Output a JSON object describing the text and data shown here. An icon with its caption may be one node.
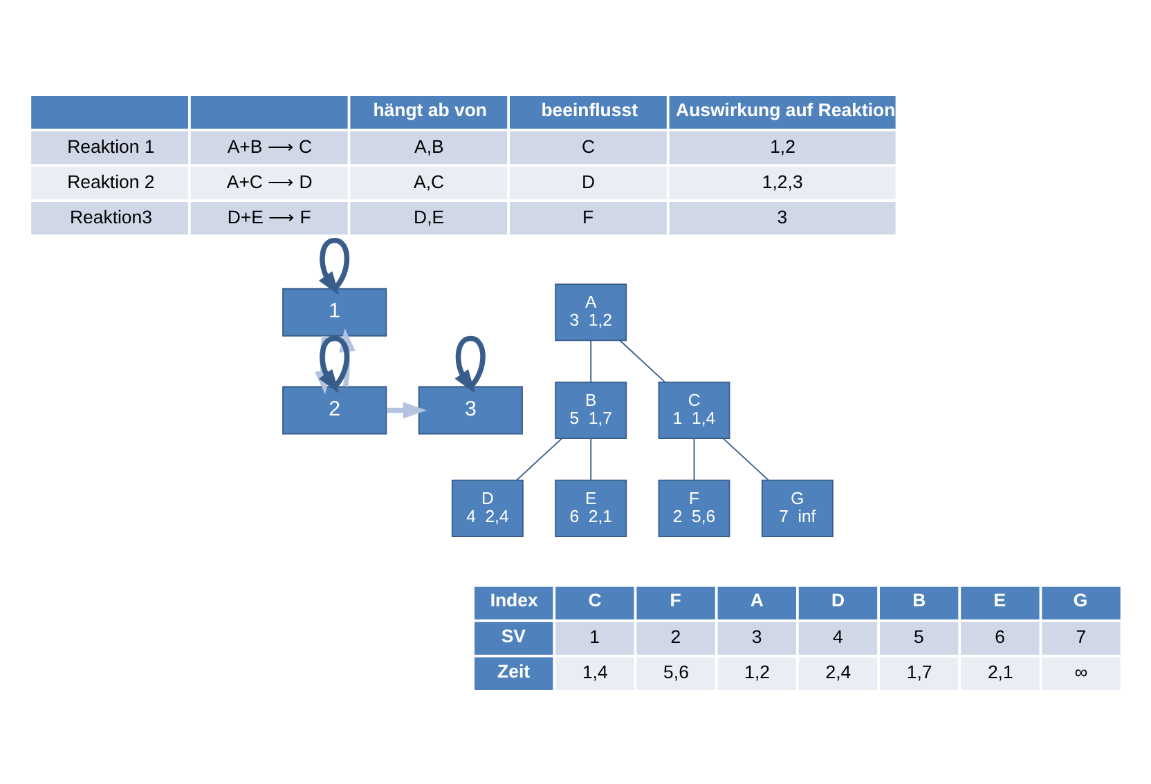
{
  "diagram": {
    "nodes": [
      {
        "text": [
          "1"
        ]
      },
      {
        "text": [
          "2"
        ]
      },
      {
        "text": [
          "3"
        ]
      },
      {
        "text": [
          "A",
          "3  1,2"
        ]
      },
      {
        "text": [
          "B",
          "5  1,7"
        ]
      },
      {
        "text": [
          "C",
          "1  1,4"
        ]
      },
      {
        "text": [
          "D",
          "4  2,4"
        ]
      },
      {
        "text": [
          "E",
          "6  2,1"
        ]
      },
      {
        "text": [
          "F",
          "2  5,6"
        ]
      },
      {
        "text": [
          "G",
          "7  inf"
        ]
      }
    ],
    "edges": [
      {
        "from": 0,
        "to": 0,
        "arrow": "to",
        "style": "thick"
      },
      {
        "from": 1,
        "to": 1,
        "arrow": "to",
        "style": "thick"
      },
      {
        "from": 2,
        "to": 2,
        "arrow": "to",
        "style": "thick"
      },
      {
        "from": 0,
        "to": 1,
        "arrow": "to",
        "style": "thick",
        "color": "#b4c4e0"
      },
      {
        "from": 1,
        "to": 0,
        "arrow": "to",
        "style": "thick",
        "color": "#b4c4e0"
      },
      {
        "from": 1,
        "to": 2,
        "arrow": "to",
        "style": "thick",
        "color": "#b4c4e0"
      },
      {
        "from": 3,
        "to": 4,
        "arrow": "none"
      },
      {
        "from": 3,
        "to": 5,
        "arrow": "none"
      },
      {
        "from": 4,
        "to": 6,
        "arrow": "none"
      },
      {
        "from": 4,
        "to": 7,
        "arrow": "none"
      },
      {
        "from": 5,
        "to": 8,
        "arrow": "none"
      },
      {
        "from": 5,
        "to": 9,
        "arrow": "none"
      }
    ],
    "labels": [
      "hängt ab von",
      "beeinflusst",
      "Auswirkung auf Reaktion",
      "Reaktion 1",
      "A+B ⟶ C",
      "A,B",
      "C",
      "1,2",
      "Reaktion 2",
      "A+C ⟶ D",
      "A,C",
      "D",
      "1,2,3",
      "Reaktion3",
      "D+E ⟶ F",
      "D,E",
      "F",
      "3",
      "Index",
      "C",
      "F",
      "A",
      "D",
      "B",
      "E",
      "G",
      "SV",
      "1",
      "2",
      "3",
      "4",
      "5",
      "6",
      "7",
      "Zeit",
      "1,4",
      "5,6",
      "1,2",
      "2,4",
      "1,7",
      "2,1",
      "∞"
    ]
  }
}
